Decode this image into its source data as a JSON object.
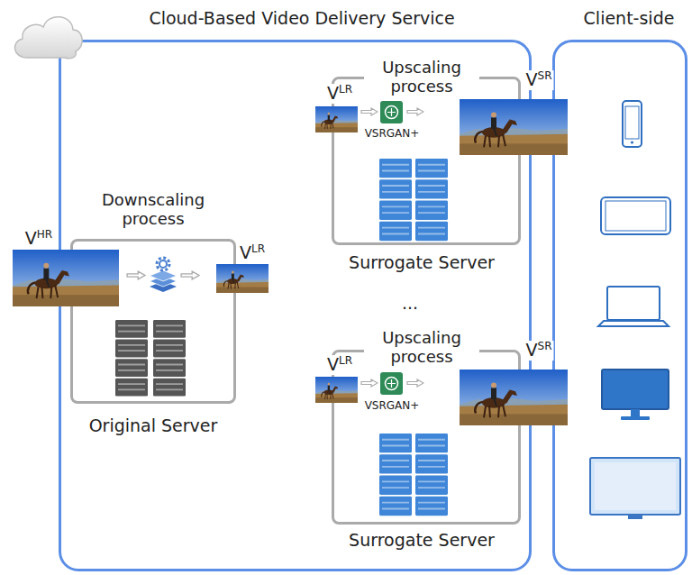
{
  "diagram": {
    "nodes": [
      {
        "text": [
          "Cloud-Based Video Delivery Service"
        ]
      },
      {
        "text": [
          "Client-side"
        ]
      },
      {
        "text": [
          "Downscaling process",
          "Original Server"
        ],
        "in": 0
      },
      {
        "text": [
          "Upscaling process",
          "Surrogate Server"
        ],
        "in": 0
      },
      {
        "text": [
          "Upscaling process",
          "Surrogate Server"
        ],
        "in": 0
      }
    ],
    "labels": [
      "VHR",
      "VLR",
      "VLR",
      "VSRGAN+",
      "VSR",
      "...",
      "VLR",
      "VSRGAN+",
      "VSR"
    ]
  }
}
